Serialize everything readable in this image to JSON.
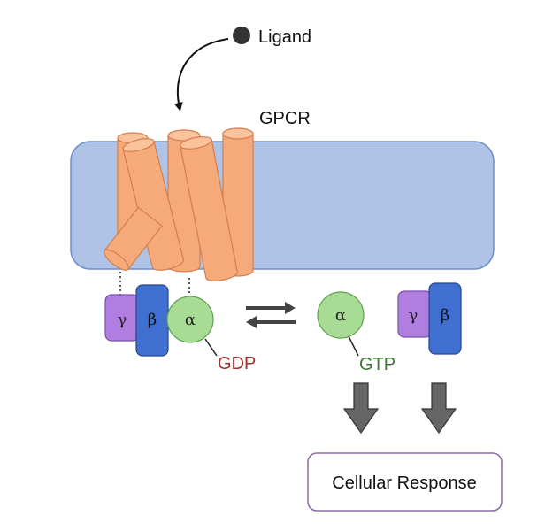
{
  "labels": {
    "ligand": "Ligand",
    "receptor": "GPCR",
    "gdp": "GDP",
    "gtp": "GTP",
    "response": "Cellular Response"
  },
  "subunits": {
    "alpha": "α",
    "beta": "β",
    "gamma": "γ"
  },
  "colors": {
    "membrane": "#aec3e6",
    "membrane_border": "#6f8fc6",
    "helix_fill": "#f6aa7a",
    "helix_border": "#d27e4f",
    "alpha_fill": "#a8dc94",
    "alpha_border": "#5f9e4e",
    "beta_fill": "#3f6fd1",
    "beta_border": "#27468f",
    "gamma_fill": "#b07ee0",
    "gamma_border": "#7b4fad",
    "gdp_text": "#a0302a",
    "gtp_text": "#3f7a34",
    "arrow_fill": "#666666",
    "response_border": "#8a6aa8"
  }
}
